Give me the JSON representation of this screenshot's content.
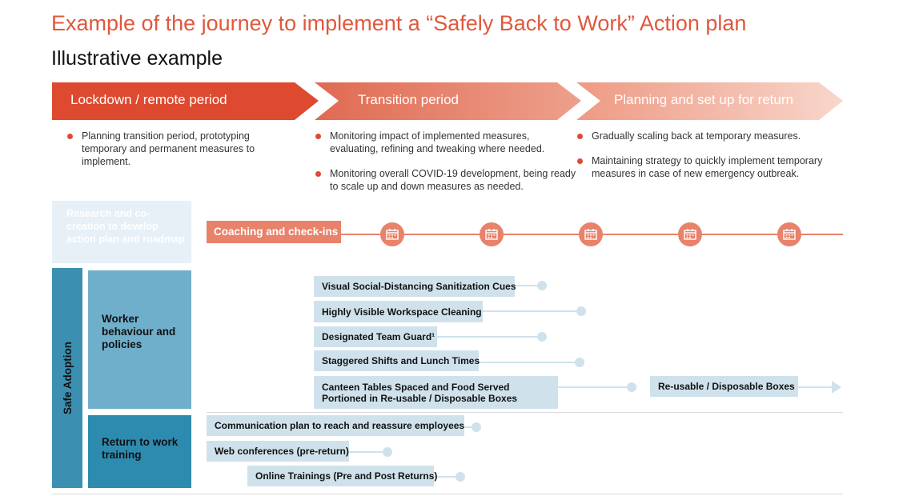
{
  "header": {
    "title": "Example of the journey to implement a “Safely Back to Work” Action plan",
    "subtitle": "Illustrative example"
  },
  "phases": [
    {
      "label": "Lockdown / remote period",
      "color": "#DD4A2F",
      "bullets": [
        "Planning transition period, prototyping temporary and permanent measures to implement."
      ]
    },
    {
      "label": "Transition period",
      "color": "#E8826A",
      "bullets": [
        "Monitoring impact of implemented measures, evaluating, refining and tweaking where needed.",
        "Monitoring overall COVID-19 development, being ready to scale up and down measures as needed."
      ]
    },
    {
      "label": "Planning and set up for return",
      "color": "#F2B9A8",
      "bullets": [
        "Gradually scaling back at temporary measures.",
        "Maintaining strategy to quickly implement temporary measures in case of new emergency outbreak."
      ]
    }
  ],
  "research": {
    "text": "Research and co-creation to develop action plan and roadmap"
  },
  "coaching": {
    "label": "Coaching and check-ins",
    "icons": [
      "calendar-icon",
      "calendar-icon",
      "calendar-icon",
      "calendar-icon",
      "calendar-icon"
    ]
  },
  "safe_adoption": {
    "label": "Safe Adoption",
    "groups": [
      {
        "label": "Worker behaviour and policies",
        "tasks": [
          {
            "label": "Visual Social-Distancing Sanitization Cues"
          },
          {
            "label": "Highly Visible Workspace Cleaning"
          },
          {
            "label": "Designated Team Guard¹"
          },
          {
            "label": "Staggered Shifts and Lunch Times"
          },
          {
            "label": "Canteen Tables Spaced and Food Served Portioned in Re-usable / Disposable Boxes"
          },
          {
            "label": "Re-usable / Disposable Boxes"
          }
        ]
      },
      {
        "label": "Return to work training",
        "tasks": [
          {
            "label": "Communication plan to reach and reassure employees"
          },
          {
            "label": "Web conferences (pre-return)"
          },
          {
            "label": "Online Trainings (Pre and Post Returns)"
          }
        ]
      }
    ]
  }
}
